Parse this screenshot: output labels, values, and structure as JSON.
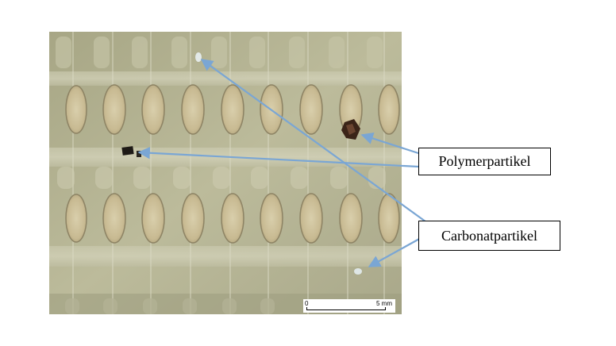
{
  "labels": {
    "polymer": "Polymerpartikel",
    "carbonate": "Carbonatpartikel"
  },
  "scale_bar": {
    "start": "0",
    "end": "5 mm"
  },
  "colors": {
    "arrow": "#7aa6d4",
    "background_tissue": "#b9b896",
    "pellet": "#c9bc95"
  }
}
